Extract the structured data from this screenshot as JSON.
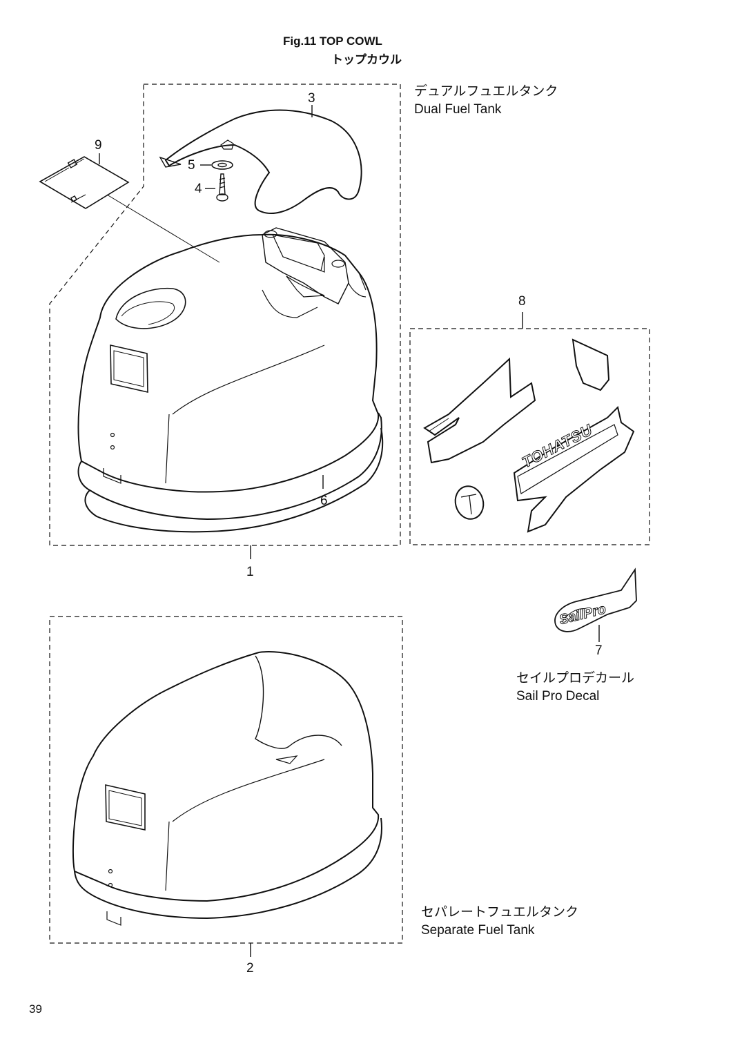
{
  "figure": {
    "title": "Fig.11  TOP COWL",
    "title_jp": "トップカウル"
  },
  "groups": {
    "dual": {
      "label_jp": "デュアルフュエルタンク",
      "label_en": "Dual Fuel Tank"
    },
    "separate": {
      "label_jp": "セパレートフュエルタンク",
      "label_en": "Separate Fuel Tank"
    },
    "sailpro": {
      "label_jp": "セイルプロデカール",
      "label_en": "Sail Pro Decal"
    }
  },
  "callouts": {
    "c1": "1",
    "c2": "2",
    "c3": "3",
    "c4": "4",
    "c5": "5",
    "c6": "6",
    "c7": "7",
    "c8": "8",
    "c9": "9"
  },
  "decal_text": {
    "brand": "TOHATSU",
    "sailpro": "SailPro"
  },
  "page_number": "39"
}
